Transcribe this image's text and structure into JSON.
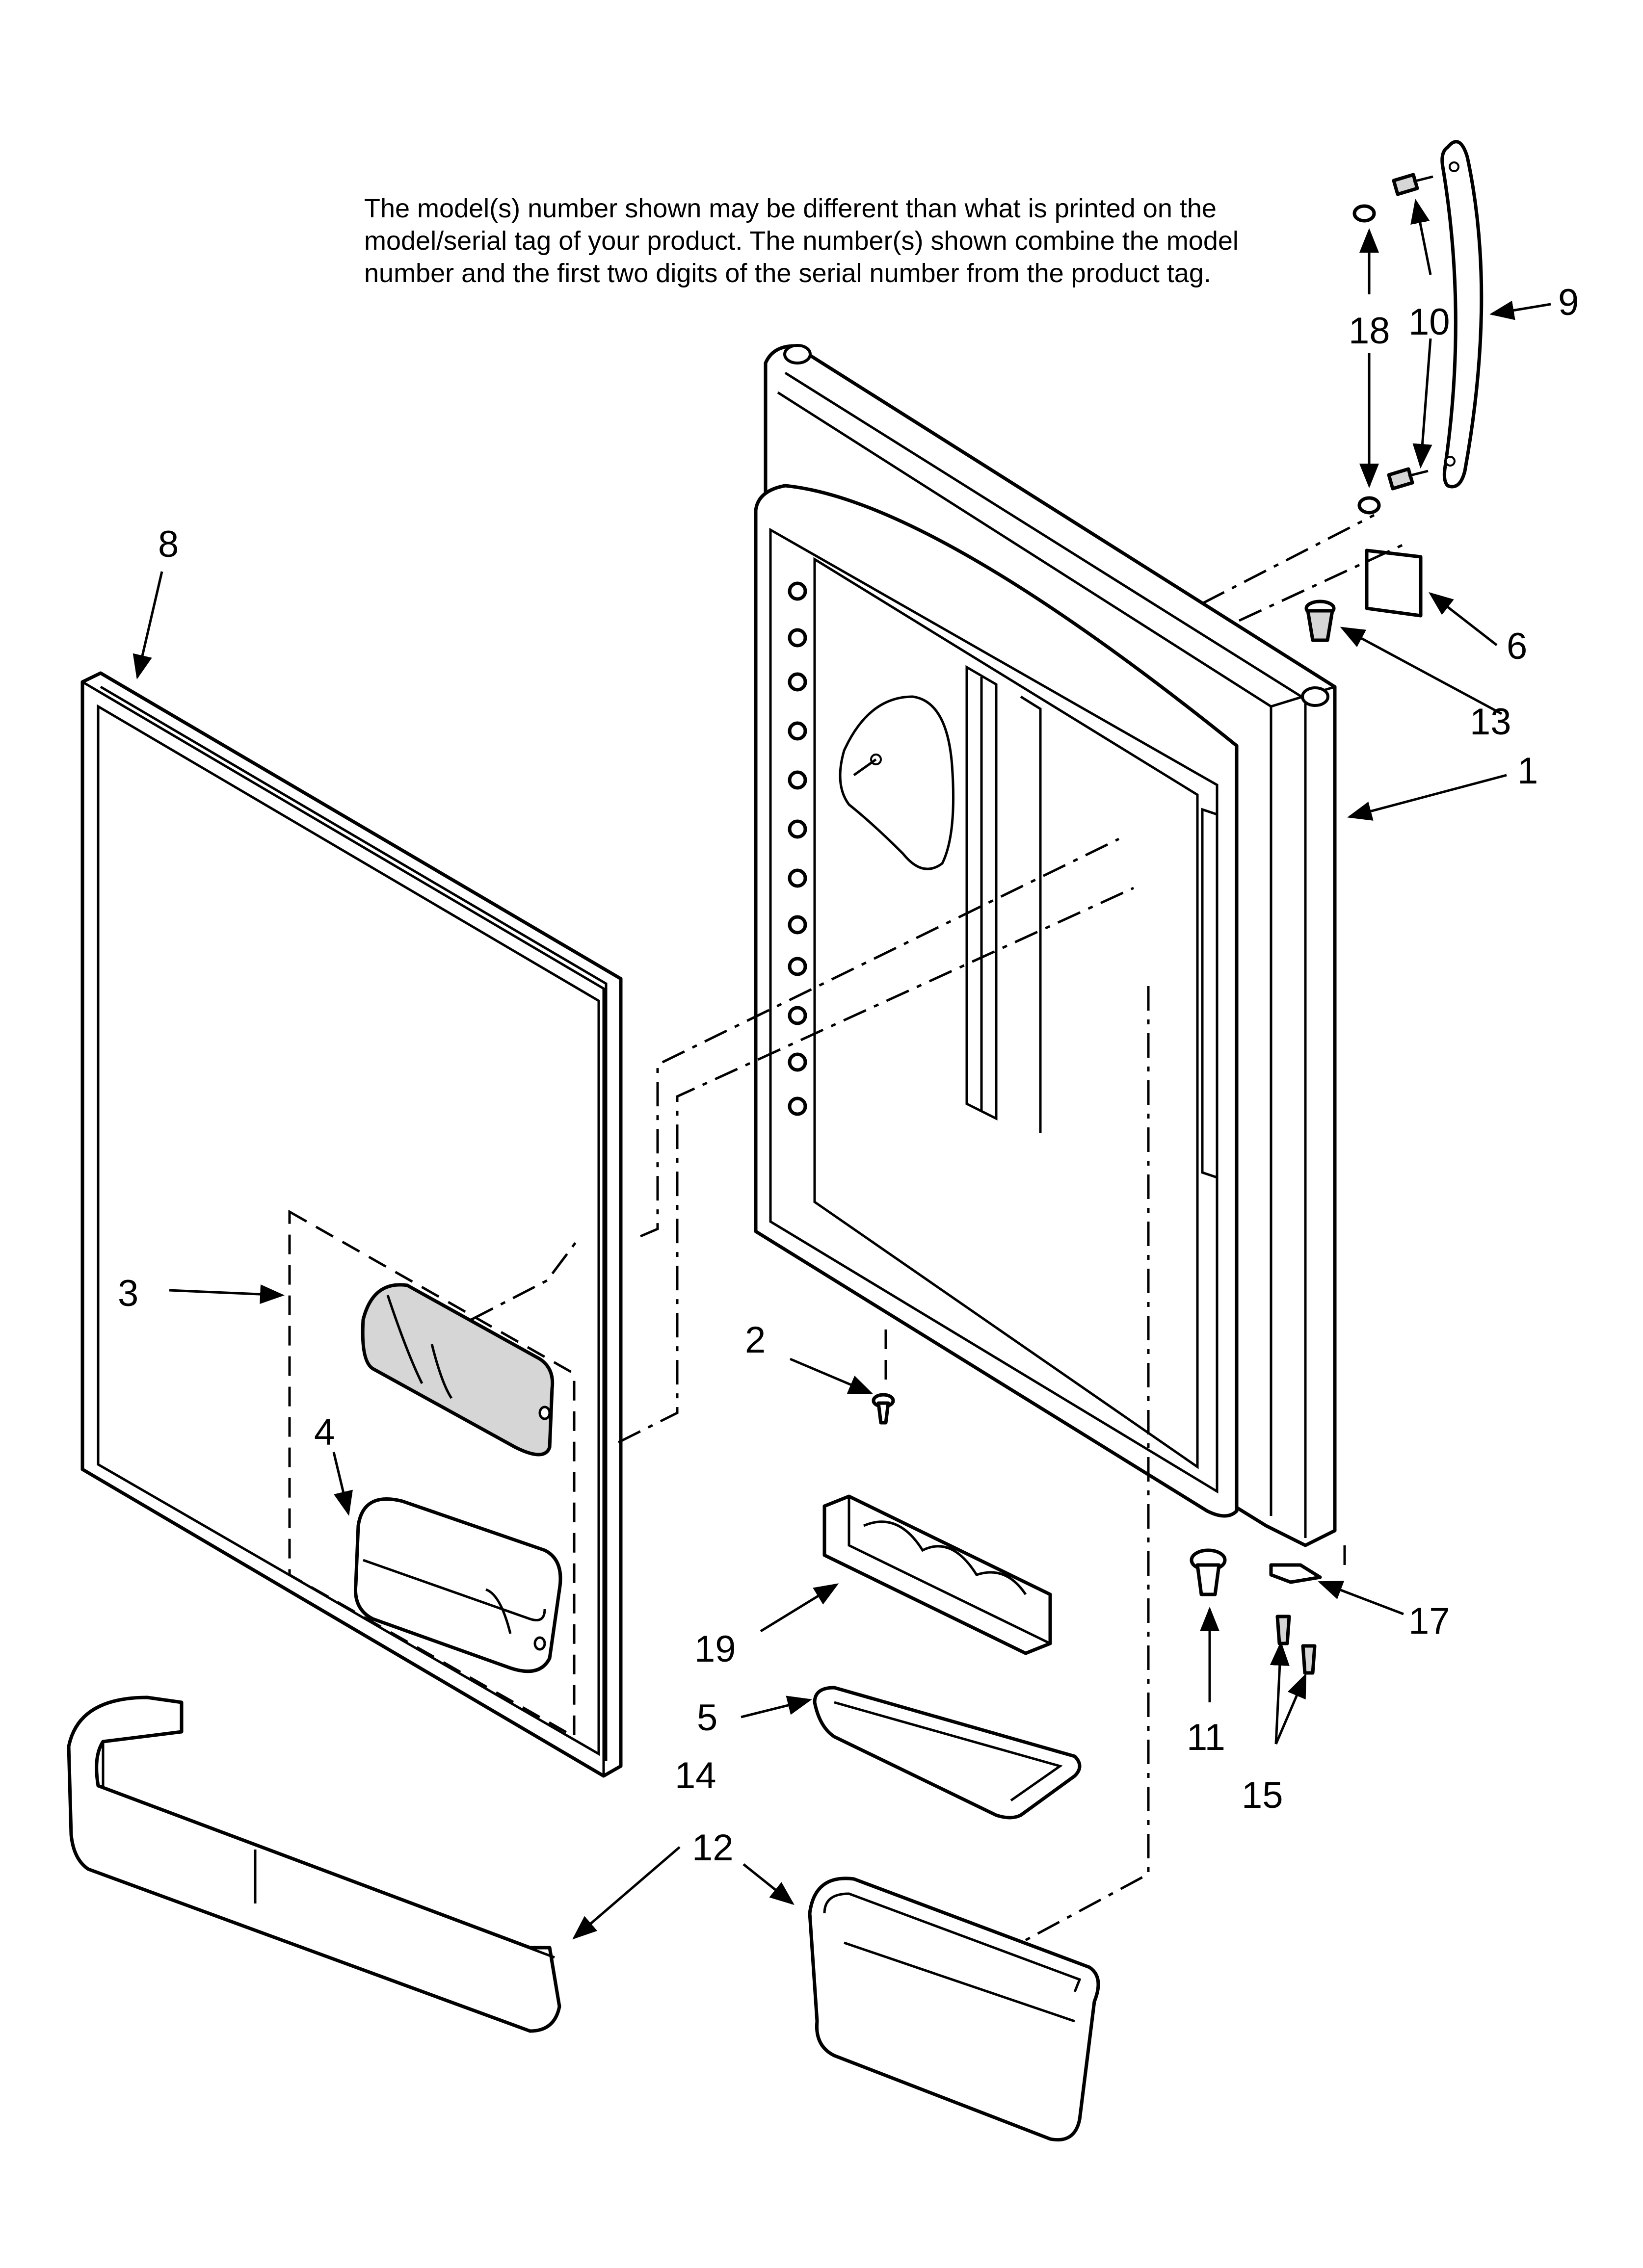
{
  "note": {
    "line1": "The model(s) number shown may be different than what is printed on the",
    "line2": "model/serial tag of your product. The number(s) shown combine the model",
    "line3": "number and the first two digits of the serial number from the product tag."
  },
  "callouts": {
    "c1": "1",
    "c2": "2",
    "c3": "3",
    "c4": "4",
    "c5": "5",
    "c6": "6",
    "c8": "8",
    "c9": "9",
    "c10": "10",
    "c11": "11",
    "c12": "12",
    "c13": "13",
    "c14": "14",
    "c15": "15",
    "c17": "17",
    "c18": "18",
    "c19": "19"
  }
}
